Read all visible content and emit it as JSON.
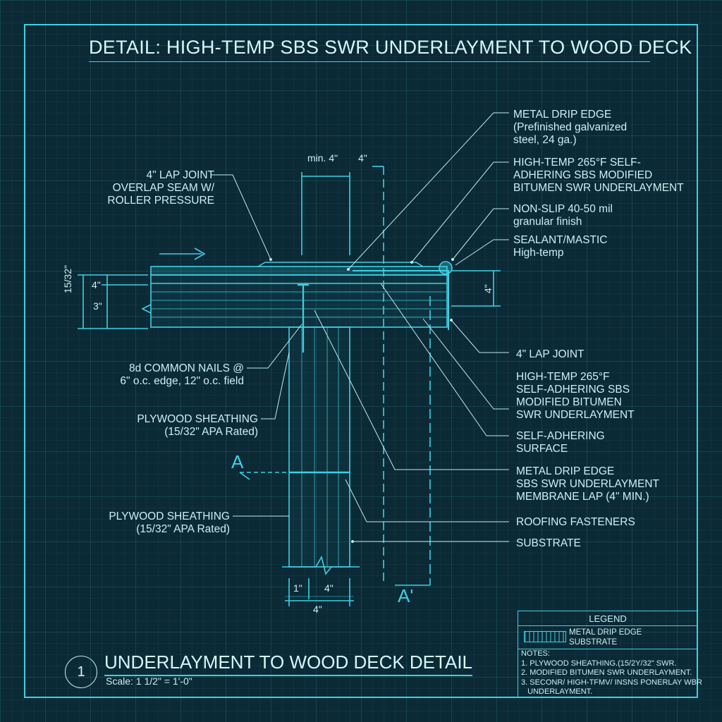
{
  "title": "DETAIL: HIGH-TEMP SBS SWR UNDERLAYMENT TO WOOD DECK",
  "callouts_right": [
    {
      "lines": [
        "METAL DRIP EDGE",
        "(Prefinished galvanized",
        "steel, 24 ga.)"
      ]
    },
    {
      "lines": [
        "HIGH-TEMP 265°F SELF-",
        "ADHERING SBS MODIFIED",
        "BITUMEN SWR UNDERLAYMENT"
      ]
    },
    {
      "lines": [
        "NON-SLIP 40-50 mil",
        "granular finish"
      ]
    },
    {
      "lines": [
        "SEALANT/MASTIC",
        "High-temp"
      ]
    },
    {
      "lines": [
        "4\" LAP JOINT"
      ]
    },
    {
      "lines": [
        "HIGH-TEMP 265°F",
        "SELF-ADHERING SBS",
        "MODIFIED BITUMEN",
        "SWR UNDERLAYMENT"
      ]
    },
    {
      "lines": [
        "SELF-ADHERING",
        "SURFACE"
      ]
    },
    {
      "lines": [
        "METAL DRIP EDGE",
        "SBS SWR UNDERLAYMENT",
        "MEMBRANE LAP (4\" MIN.)"
      ]
    },
    {
      "lines": [
        "ROOFING FASTENERS"
      ]
    },
    {
      "lines": [
        "SUBSTRATE"
      ]
    }
  ],
  "callouts_left": [
    {
      "lines": [
        "4\" LAP JOINT",
        "OVERLAP SEAM W/",
        "ROLLER PRESSURE"
      ]
    },
    {
      "lines": [
        "8d COMMON NAILS @",
        "6\" o.c. edge, 12\" o.c. field"
      ]
    },
    {
      "lines": [
        "PLYWOOD SHEATHING",
        "(15/32\" APA Rated)"
      ]
    },
    {
      "lines": [
        "PLYWOOD SHEATHING",
        "(15/32\" APA Rated)"
      ]
    }
  ],
  "dimensions": {
    "min4": "min. 4\"",
    "top4": "4\"",
    "left_total": "15/32\"",
    "left_4": "4\"",
    "left_3": "3\"",
    "right_4": "4\"",
    "bottom_1": "1\"",
    "bottom_4a": "4\"",
    "bottom_4b": "4\""
  },
  "section": {
    "a": "A",
    "a_prime": "A'"
  },
  "detail_number": "1",
  "sheet_title": "UNDERLAYMENT TO WOOD DECK DETAIL",
  "scale": "Scale: 1 1/2\" = 1'-0\"",
  "legend": {
    "title": "LEGEND",
    "items": [
      "METAL DRIP EDGE",
      "SUBSTRATE"
    ],
    "notes_title": "NOTES:",
    "notes": [
      "1. PLYWOOD SHEATHING.(15/2Y/32\" SWR.",
      "2. MODIFIED BITUMEN SWR UNDERLAYMENT.",
      "3. SECONR/ HIGH-TFMV/ INSNS PONERLAY WBR",
      "   UNDERLAYMENT."
    ]
  },
  "colors": {
    "background": "#0b2a36",
    "line": "#3fd0e3",
    "text": "#cdeff5"
  }
}
